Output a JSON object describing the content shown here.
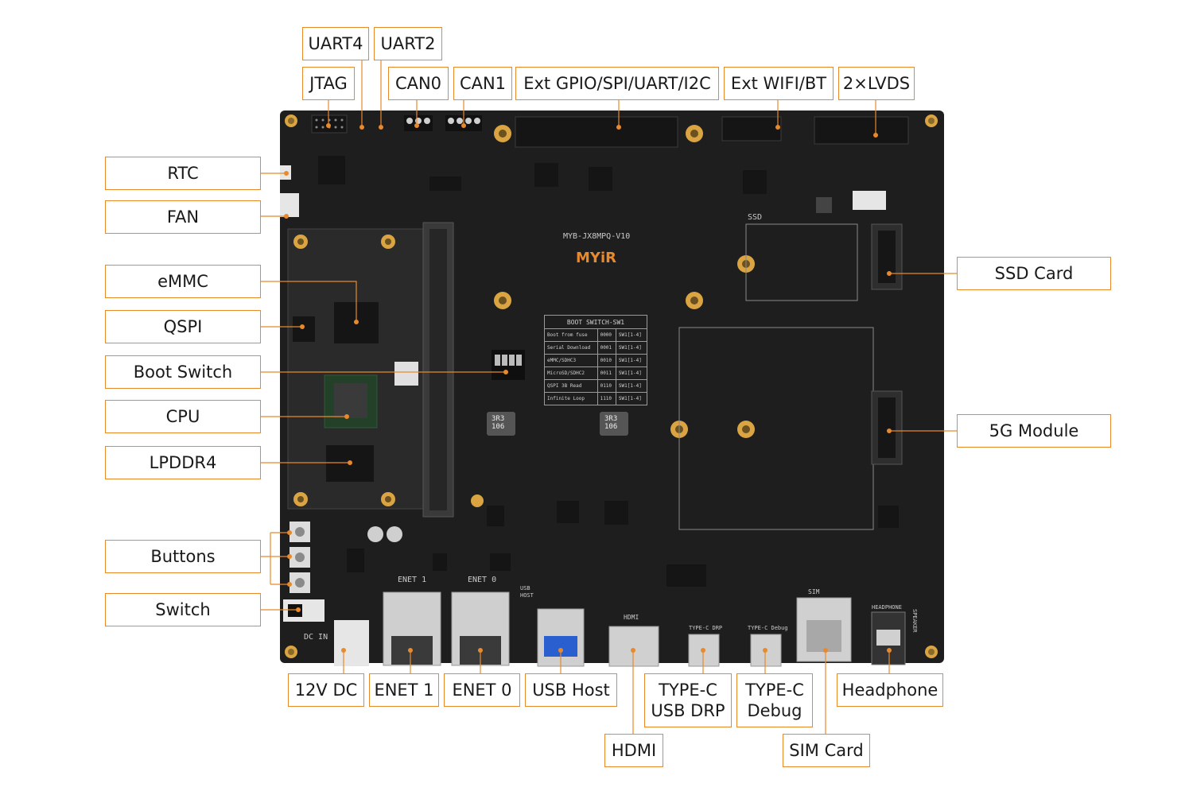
{
  "board": {
    "model": "MYB-JX8MPQ-V10",
    "brand": "MYiR",
    "silk": {
      "ssd": "SSD",
      "dc_in": "DC IN",
      "enet1": "ENET 1",
      "enet0": "ENET 0",
      "usb_host": "USB\nHOST",
      "hdmi": "HDMI",
      "type_c_drp": "TYPE-C DRP",
      "type_c_debug": "TYPE-C Debug",
      "sim": "SIM",
      "headphone": "HEADPHONE",
      "speaker": "SPEAKER",
      "inductor": "3R3\n106"
    }
  },
  "boot_switch_table": {
    "title": "BOOT SWITCH-SW1",
    "rows": [
      [
        "Boot from fuse",
        "0000",
        "SW1[1-4]"
      ],
      [
        "Serial Download",
        "0001",
        "SW1[1-4]"
      ],
      [
        "eMMC/SDHC3",
        "0010",
        "SW1[1-4]"
      ],
      [
        "MicroSD/SDHC2",
        "0011",
        "SW1[1-4]"
      ],
      [
        "QSPI 3B Read",
        "0110",
        "SW1[1-4]"
      ],
      [
        "Infinite Loop",
        "1110",
        "SW1[1-4]"
      ]
    ]
  },
  "labels": {
    "uart4": "UART4",
    "uart2": "UART2",
    "jtag": "JTAG",
    "can0": "CAN0",
    "can1": "CAN1",
    "ext_gpio": "Ext GPIO/SPI/UART/I2C",
    "ext_wifi": "Ext WIFI/BT",
    "lvds": "2×LVDS",
    "rtc": "RTC",
    "fan": "FAN",
    "emmc": "eMMC",
    "qspi": "QSPI",
    "boot_switch": "Boot Switch",
    "cpu": "CPU",
    "lpddr4": "LPDDR4",
    "buttons": "Buttons",
    "switch": "Switch",
    "ssd_card": "SSD Card",
    "module_5g": "5G Module",
    "dc_12v": "12V DC",
    "enet1": "ENET 1",
    "enet0": "ENET 0",
    "usb_host": "USB Host",
    "type_c_drp": "TYPE-C\nUSB DRP",
    "type_c_debug": "TYPE-C\nDebug",
    "headphone": "Headphone",
    "hdmi": "HDMI",
    "sim_card": "SIM Card"
  },
  "colors": {
    "accent": "#e8892b",
    "board": "#1e1e1f",
    "pad": "#d9a441",
    "component": "#2c2c2e",
    "silk": "#c9c9c9"
  }
}
